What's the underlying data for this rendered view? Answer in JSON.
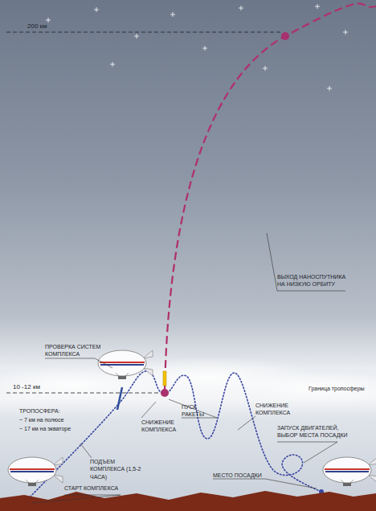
{
  "diagram": {
    "labels": [
      "200 км",
      "ВЫХОД НАНОСПУТНИКА НА НИЗКУЮ ОРБИТУ",
      "ПРОВЕРКА СИСТЕМ КОМПЛЕКСА",
      "10 -12 км",
      "Граница тропосферы",
      "ТРОПОСФЕРА:",
      "~ 7 км на полюсе",
      "~ 17 км на экваторе",
      "ПУСК РАКЕТЫ",
      "СНИЖЕНИЕ КОМПЛЕКСА",
      "СНИЖЕНИЕ КОМПЛЕКСА",
      "ЗАПУСК ДВИГАТЕЛЕЙ, ВЫБОР МЕСТА ПОСАДКИ",
      "ПОДЪЕМ КОМПЛЕКСА (1,5-2 ЧАСА)",
      "СТАРТ КОМПЛЕКСА",
      "МЕСТО ПОСАДКИ"
    ]
  }
}
